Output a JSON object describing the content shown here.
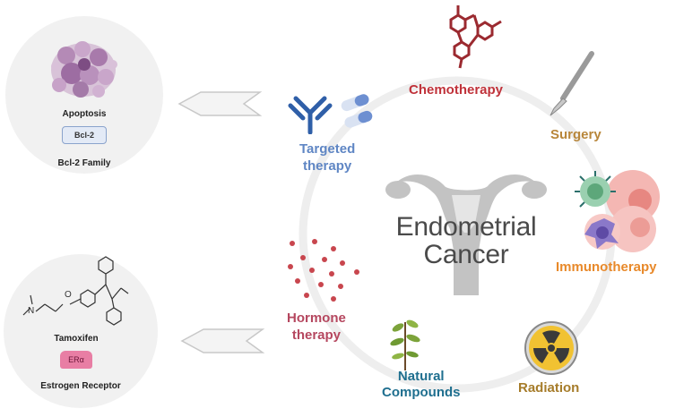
{
  "center": {
    "line1": "Endometrial",
    "line2": "Cancer"
  },
  "therapies": {
    "chemotherapy": "Chemotherapy",
    "surgery": "Surgery",
    "immunotherapy": "Immunotherapy",
    "radiation": "Radiation",
    "natural_line1": "Natural",
    "natural_line2": "Compounds",
    "hormone_line1": "Hormone",
    "hormone_line2": "therapy",
    "targeted_line1": "Targeted",
    "targeted_line2": "therapy"
  },
  "apoptosis_panel": {
    "title": "Apoptosis",
    "box_label": "Bcl-2",
    "family_label": "Bcl-2 Family"
  },
  "estrogen_panel": {
    "drug_label": "Tamoxifen",
    "receptor_badge": "ERα",
    "receptor_label": "Estrogen Receptor",
    "atom_o": "O",
    "atom_n": "N"
  },
  "colors": {
    "chemotherapy": "#c0323a",
    "surgery": "#b8863a",
    "immunotherapy": "#e8892a",
    "radiation": "#a67c2a",
    "natural": "#1f6f8f",
    "hormone": "#b5475f",
    "targeted": "#5f86c4"
  },
  "icons": [
    "chemical-structure-icon",
    "scalpel-icon",
    "immune-cells-icon",
    "radiation-icon",
    "plant-icon",
    "hormone-dots-icon",
    "antibody-icon",
    "capsule-icon",
    "uterus-icon",
    "cell-cluster-icon",
    "tamoxifen-structure-icon",
    "receptor-icon",
    "arrow-left-icon"
  ]
}
